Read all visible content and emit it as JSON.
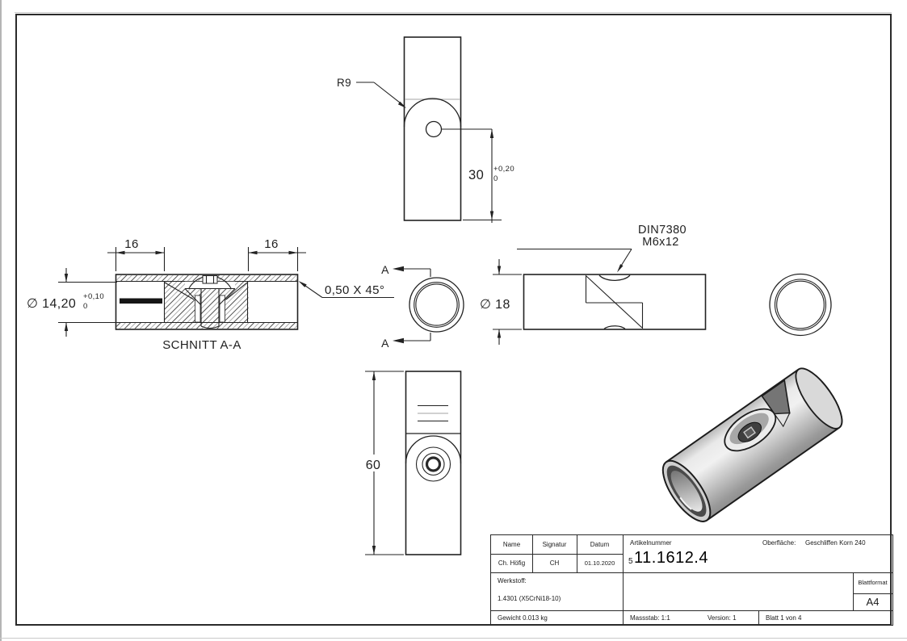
{
  "colors": {
    "line": "#222222",
    "gray_line": "#a3a3a3",
    "render_body_light": "#f1f1f1",
    "render_body_dark": "#8d8d8d"
  },
  "views": {
    "top": {
      "radius_label": "R9",
      "dim": "30",
      "tol_plus": "+0,20",
      "tol_zero": "0"
    },
    "section": {
      "caption": "SCHNITT A-A",
      "dim_left": "16",
      "dim_right": "16",
      "bore_dia": "∅ 14,20",
      "bore_tol_plus": "+0,10",
      "bore_tol_zero": "0",
      "chamfer": "0,50 X 45°"
    },
    "section_marker": {
      "top": "A",
      "bottom": "A"
    },
    "side": {
      "dia": "∅ 18",
      "screw_standard": "DIN7380",
      "screw_size": "M6x12"
    },
    "front": {
      "dim": "60"
    }
  },
  "title_block": {
    "headers": {
      "name": "Name",
      "signature": "Signatur",
      "date": "Datum",
      "article": "Artikelnummer",
      "surface_label": "Oberfläche:",
      "sheet_format_label": "Blattformat"
    },
    "values": {
      "name": "Ch. Höfig",
      "signature": "CH",
      "date": "01.10.2020",
      "article_prefix": "5",
      "article_number": "11.1612.4",
      "surface": "Geschliffen Korn 240",
      "sheet_format": "A4"
    },
    "material_label": "Werkstoff:",
    "material": "1.4301 (X5CrNi18-10)",
    "weight": "Gewicht 0.013 kg",
    "scale": "Massstab: 1:1",
    "version": "Version: 1",
    "sheet": "Blatt 1 von 4"
  }
}
